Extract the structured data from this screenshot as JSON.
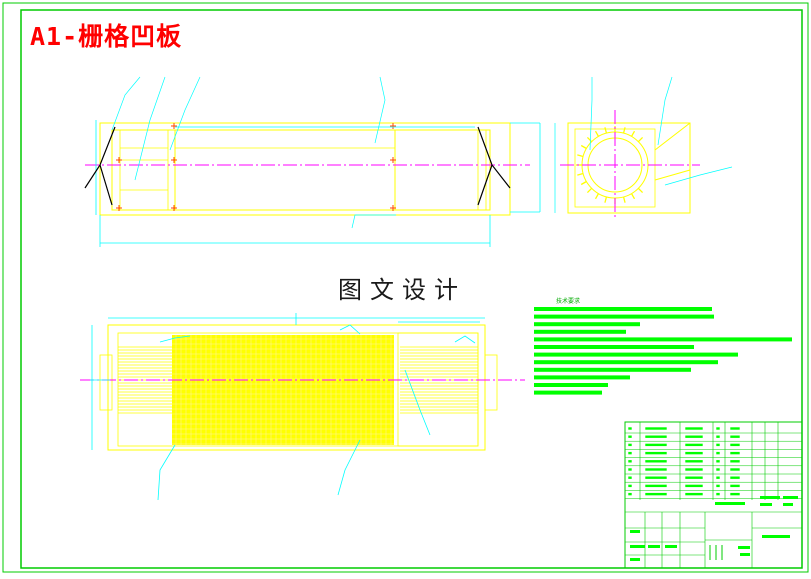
{
  "sheet": {
    "title": "A1-栅格凹板",
    "watermark": "图文设计",
    "tech_notes_title": "技术要求"
  },
  "colors": {
    "background": "#ffffff",
    "frame": "#00cc00",
    "title": "#ff0000",
    "outline": "#ffff00",
    "dimension": "#00ffff",
    "centerline": "#ff00ff",
    "text_block": "#00ff00",
    "hatch": "#ffff00",
    "leader": "#000000"
  },
  "drawing": {
    "views": [
      "front-view",
      "side-view",
      "plan-view"
    ],
    "title_block_rows": 9
  }
}
